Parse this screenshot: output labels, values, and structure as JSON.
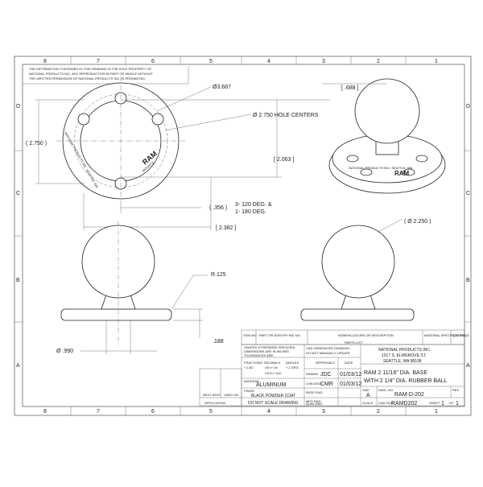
{
  "border": {
    "zones_top": [
      "8",
      "7",
      "6",
      "5",
      "4",
      "3",
      "2",
      "1"
    ],
    "zones_bottom": [
      "8",
      "7",
      "6",
      "5",
      "4",
      "3",
      "2",
      "1"
    ],
    "zones_left": [
      "D",
      "C",
      "B",
      "A"
    ],
    "zones_right": [
      "D",
      "C",
      "B",
      "A"
    ]
  },
  "notice": {
    "line1": "THE INFORMATION CONTAINED IN THIS DRAWING IS THE SOLE PROPERTY OF",
    "line2": "NATIONAL PRODUCTS INC. ANY REPRODUCTION IN PART OR WHOLE WITHOUT",
    "line3": "THE WRITTEN PERMISSION OF NATIONAL PRODUCTS INC. IS PROHIBITED."
  },
  "dimensions": {
    "d3687": "Ø3.687",
    "holes": "Ø 2.750 HOLE CENTERS",
    "h2750": "( 2.750 )",
    "h688": "[ .688 ]",
    "h2063": "[ 2.063 ]",
    "h356": "( .356 )",
    "angles1": "3- 120 DEG. &",
    "angles2": "1- 180 DEG.",
    "w2382": "[ 2.382 ]",
    "d2250": "( Ø 2.250 )",
    "r125": "R.125",
    "d990": "Ø .990",
    "h188": ".188"
  },
  "logo": {
    "brand": "RAM",
    "sub": "MOUNTS",
    "rim_text": "NATIONAL PRODUCTS INC. SEATTLE, WA"
  },
  "parts_list": {
    "headers": [
      "ITEM NO.",
      "PART OR IDENTIFYING NO.",
      "NOMENCLATURE OR DESCRIPTION",
      "MATERIAL SPECIFICATION",
      "QTY REQD"
    ],
    "title": "PARTS LIST"
  },
  "title_block": {
    "tolerance": [
      "UNLESS OTHERWISE SPECIFIED",
      "DIMENSIONS ARE IN INCHES",
      "TOLERANCES ARE:"
    ],
    "tol_heads": [
      "FRACTIONS",
      "DECIMALS",
      "ANGLES"
    ],
    "tol_row1": [
      "+-1/32",
      ".XX=+.04",
      "+-1 DEG."
    ],
    "tol_row2": [
      "",
      ".XXX=+.010",
      ""
    ],
    "material_label": "MATERIAL",
    "material": "ALUMINUM",
    "finish_label": "FINISH",
    "finish": "BLACK POWDER COAT",
    "no_scale": "DO NOT SCALE DRAWING",
    "next_assy": "NEXT ASSY",
    "used_on": "USED ON",
    "application": "APPLICATION",
    "cad_note1": "CAD GENERATED DRAWING,",
    "cad_note2": "DO NOT MANUALLY UPDATE",
    "approvals": "APPROVALS",
    "date": "DATE",
    "drawn_label": "DRAWN",
    "drawn_by": "JDC",
    "drawn_date": "01/03/12",
    "checked_label": "CHECKED",
    "checked_by": "CMR",
    "checked_date": "01/03/12",
    "resp_eng": "RESP ENG",
    "mfg_eng": "MFG ENG",
    "qual_eng": "QUAL ENG",
    "company1": "NATIONAL PRODUCTS INC.",
    "company2": "1017 S. ELMGROVE ST.",
    "company3": "SEATTLE, WA 98108",
    "desc1": "RAM 2 11/16\" DIA. BASE",
    "desc2": "WITH 2 1/4\" DIA. RUBBER BALL",
    "size_label": "SIZE",
    "size": "A",
    "dwg_label": "DWG. NO.",
    "dwg": "RAM-D-202",
    "rev_label": "REV",
    "scale_label": "SCALE",
    "cad_file_label": "CAD FILE:",
    "cad_file": "RAMD202",
    "sheet_label": "SHEET",
    "sheet": "1",
    "of_label": "OF",
    "of": "1"
  }
}
